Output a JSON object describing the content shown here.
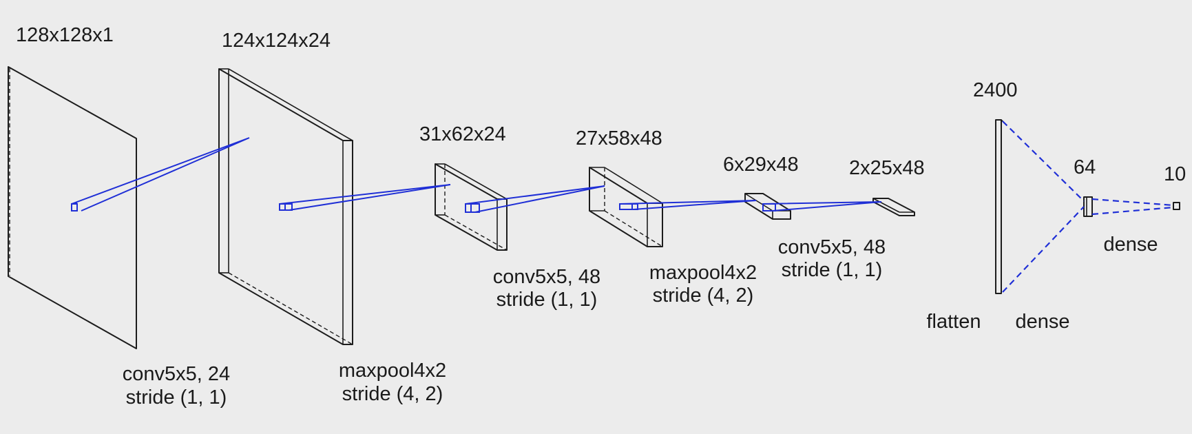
{
  "layers": [
    {
      "id": "input",
      "shape": "128x128x1"
    },
    {
      "id": "conv1",
      "shape": "124x124x24"
    },
    {
      "id": "pool1",
      "shape": "31x62x24"
    },
    {
      "id": "conv2",
      "shape": "27x58x48"
    },
    {
      "id": "pool2",
      "shape": "6x29x48"
    },
    {
      "id": "conv3",
      "shape": "2x25x48"
    },
    {
      "id": "flatten",
      "shape": "2400"
    },
    {
      "id": "dense1",
      "shape": "64"
    },
    {
      "id": "dense2",
      "shape": "10"
    }
  ],
  "operations": [
    {
      "op": "conv5x5, 24",
      "stride": "stride (1, 1)"
    },
    {
      "op": "maxpool4x2",
      "stride": "stride (4, 2)"
    },
    {
      "op": "conv5x5, 48",
      "stride": "stride (1, 1)"
    },
    {
      "op": "maxpool4x2",
      "stride": "stride (4, 2)"
    },
    {
      "op": "conv5x5, 48",
      "stride": "stride (1, 1)"
    },
    {
      "op": "flatten"
    },
    {
      "op": "dense"
    },
    {
      "op": "dense"
    }
  ],
  "colors": {
    "background": "#ececec",
    "outline": "#1c1c1c",
    "connection": "#1f2fd6"
  }
}
